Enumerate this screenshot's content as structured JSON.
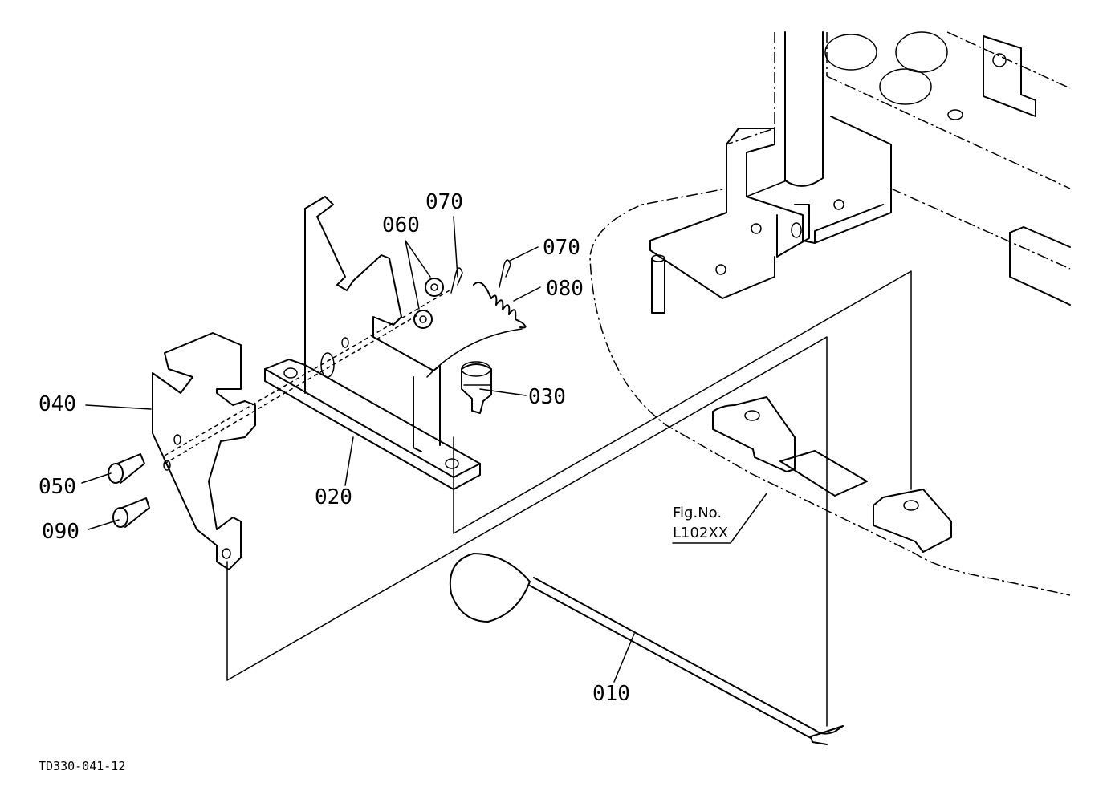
{
  "parts": [
    {
      "id": "010"
    },
    {
      "id": "020"
    },
    {
      "id": "030"
    },
    {
      "id": "040"
    },
    {
      "id": "050"
    },
    {
      "id": "060"
    },
    {
      "id": "070"
    },
    {
      "id": "070"
    },
    {
      "id": "080"
    },
    {
      "id": "090"
    }
  ],
  "reference": {
    "line1": "Fig.No.",
    "line2": "L102XX"
  },
  "drawing_code": "TD330-041-12"
}
